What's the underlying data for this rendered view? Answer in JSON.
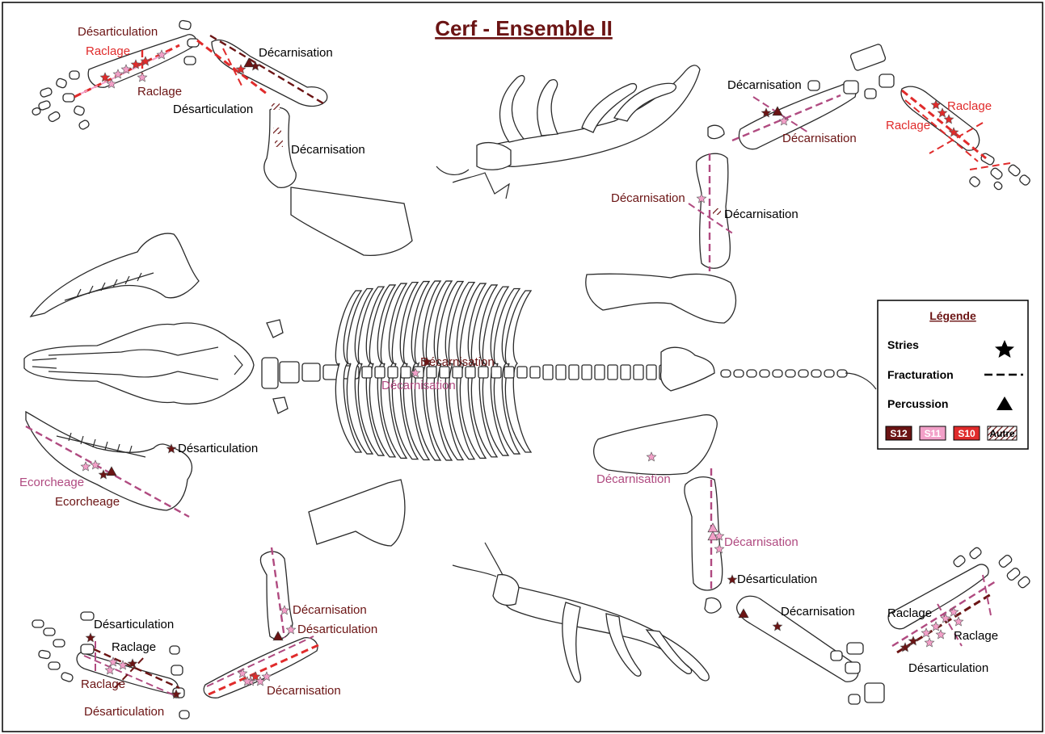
{
  "title": "Cerf - Ensemble II",
  "colors": {
    "S12": "#6b1414",
    "S11": "#f2a0c8",
    "S10": "#e02b2b",
    "dark_label": "#6b1414",
    "mauve": "#b04a80",
    "frame": "#000000"
  },
  "legend": {
    "title": "Légende",
    "items": [
      {
        "label": "Stries",
        "symbol": "star"
      },
      {
        "label": "Fracturation",
        "symbol": "dashed-line"
      },
      {
        "label": "Percussion",
        "symbol": "triangle"
      }
    ],
    "keys": [
      "S12",
      "S11",
      "S10",
      "Autre"
    ]
  },
  "annotations": {
    "tl_desart": "Désarticulation",
    "tl_raclage1": "Raclage",
    "tl_raclage2": "Raclage",
    "tl_decarn": "Décarnisation",
    "tl_desart2": "Désarticulation",
    "tl_decarn2": "Décarnisation",
    "tr_decarn1": "Décarnisation",
    "tr_decarn2": "Décarnisation",
    "tr_raclage1": "Raclage",
    "tr_raclage2": "Raclage",
    "tr_decarn3": "Décarnisation",
    "tr_decarn4": "Décarnisation",
    "c_decarn1": "Décarnisation",
    "c_decarn2": "Décarnisation",
    "ml_desart": "Désarticulation",
    "ml_ecorch1": "Ecorcheage",
    "ml_ecorch2": "Ecorcheage",
    "mr_decarn": "Décarnisation",
    "mr_decarn2": "Décarnisation",
    "mr_desart": "Désarticulation",
    "br_decarn": "Décarnisation",
    "br_raclage1": "Raclage",
    "br_raclage2": "Raclage",
    "br_desart": "Désarticulation",
    "bl_desart1": "Désarticulation",
    "bl_raclage1": "Raclage",
    "bl_raclage2": "Raclage",
    "bl_desart2": "Désarticulation",
    "bm_decarn1": "Décarnisation",
    "bm_desart": "Désarticulation",
    "bm_decarn2": "Décarnisation"
  }
}
